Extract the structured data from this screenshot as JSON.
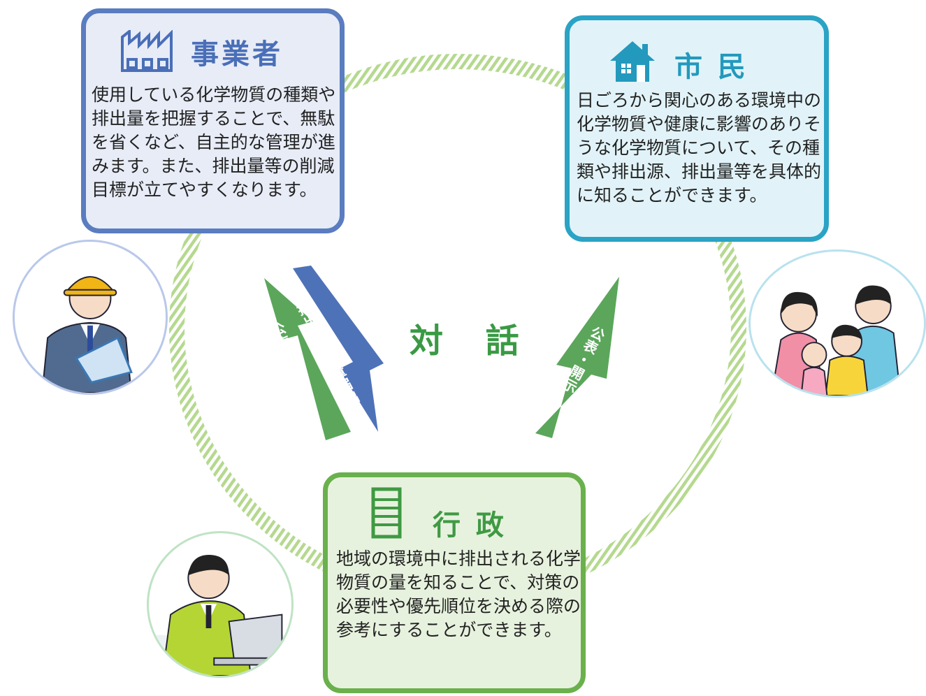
{
  "center_label": "対 話",
  "business": {
    "title": "事業者",
    "icon": "factory-icon",
    "text": "使用している化学物質の種類や排出量を把握することで、無駄を省くなど、自主的な管理が進みます。また、排出量等の削減目標が立てやすくなります。"
  },
  "citizen": {
    "title": "市 民",
    "icon": "house-icon",
    "text": "日ごろから関心のある環境中の化学物質や健康に影響のありそうな化学物質について、その種類や排出源、排出量等を具体的に知ることができます。"
  },
  "government": {
    "title": "行 政",
    "icon": "building-icon",
    "text": "地域の環境中に排出される化学物質の量を知ることで、対策の必要性や優先順位を決める際の参考にすることができます。"
  },
  "arrows": {
    "gov_to_business": "公表・開示",
    "business_to_gov": "排出・移動量届出",
    "gov_to_citizen": "公表・開示"
  },
  "colors": {
    "business": "#5a7cc0",
    "citizen": "#2aa3c5",
    "government": "#6ab04c",
    "ring": "#b5d98f",
    "arrow_green": "#5ba65b",
    "arrow_blue": "#4e72b8"
  }
}
